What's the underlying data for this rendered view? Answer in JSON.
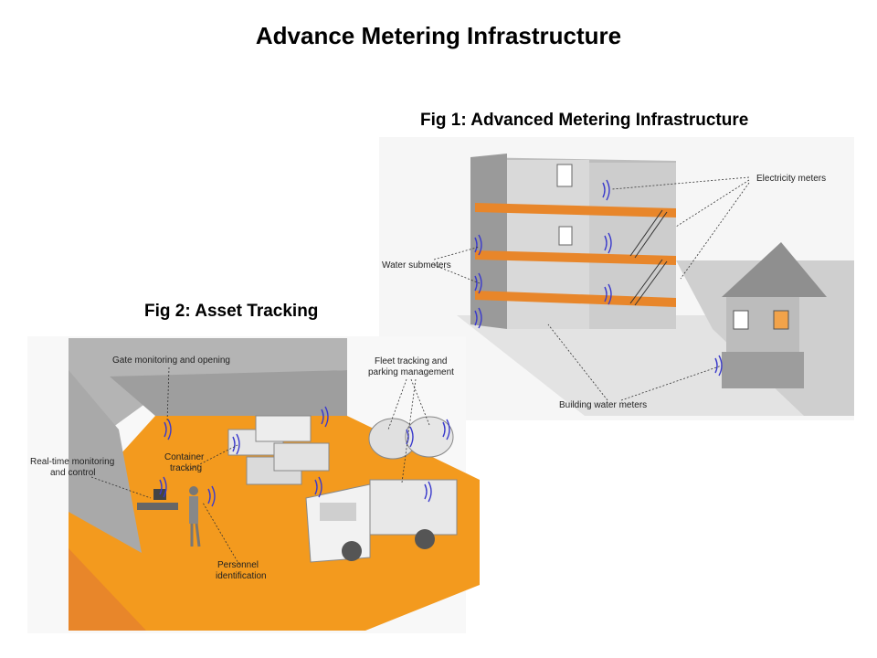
{
  "slide": {
    "title": "Advance Metering Infrastructure"
  },
  "fig1": {
    "caption": "Fig 1: Advanced Metering Infrastructure",
    "labels": {
      "electricity_meters": "Electricity meters",
      "water_submeters": "Water submeters",
      "building_water_meters": "Building water meters"
    }
  },
  "fig2": {
    "caption": "Fig 2: Asset Tracking",
    "labels": {
      "gate": "Gate monitoring and opening",
      "fleet_1": "Fleet tracking and",
      "fleet_2": "parking management",
      "realtime_1": "Real-time monitoring",
      "realtime_2": "and control",
      "container_1": "Container",
      "container_2": "tracking",
      "personnel_1": "Personnel",
      "personnel_2": "identification"
    }
  },
  "colors": {
    "floor_orange": "#f39a1e",
    "wall_gray": "#a9a9a9",
    "accent_blue": "#3a3acc"
  }
}
